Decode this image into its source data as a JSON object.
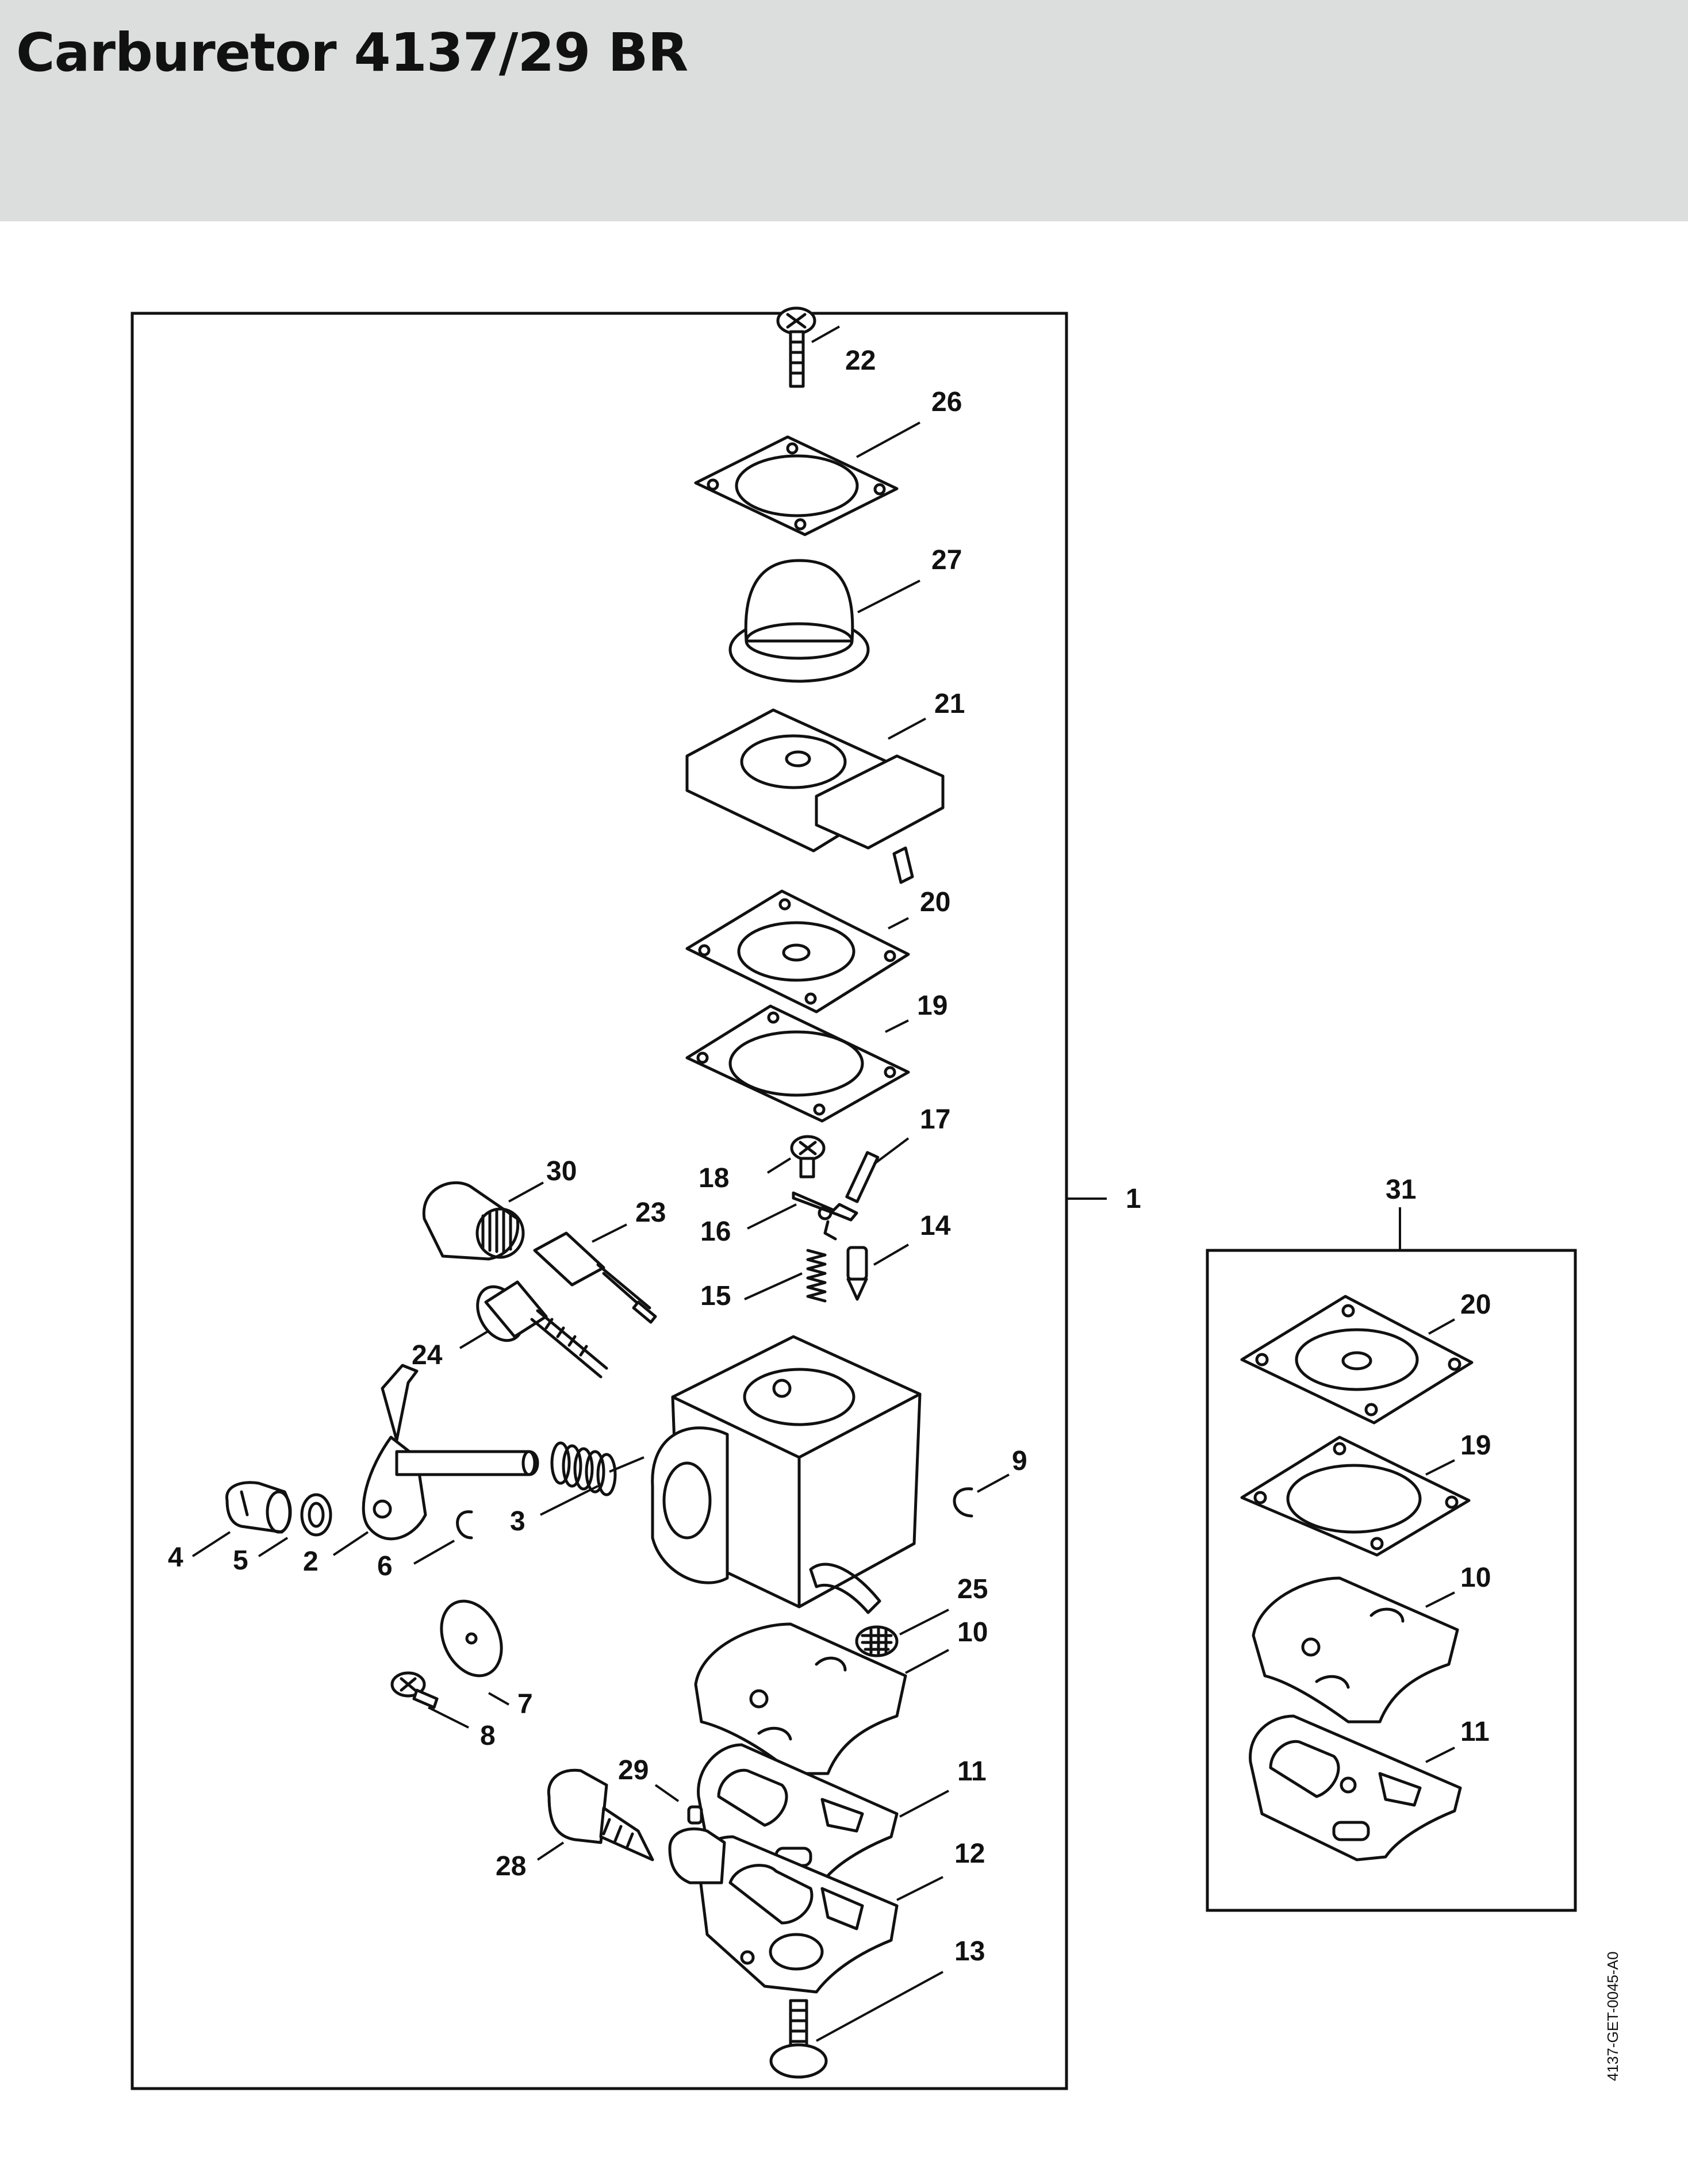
{
  "header": {
    "title": "Carburetor 4137/29 BR"
  },
  "doc_code": "4137-GET-0045-A0",
  "assembly_label": "1",
  "kit_label": "31",
  "part_labels": [
    {
      "id": "22",
      "text": "22"
    },
    {
      "id": "26",
      "text": "26"
    },
    {
      "id": "27",
      "text": "27"
    },
    {
      "id": "21",
      "text": "21"
    },
    {
      "id": "20",
      "text": "20"
    },
    {
      "id": "19",
      "text": "19"
    },
    {
      "id": "17",
      "text": "17"
    },
    {
      "id": "18",
      "text": "18"
    },
    {
      "id": "16",
      "text": "16"
    },
    {
      "id": "14",
      "text": "14"
    },
    {
      "id": "15",
      "text": "15"
    },
    {
      "id": "30",
      "text": "30"
    },
    {
      "id": "23",
      "text": "23"
    },
    {
      "id": "24",
      "text": "24"
    },
    {
      "id": "9",
      "text": "9"
    },
    {
      "id": "3",
      "text": "3"
    },
    {
      "id": "4",
      "text": "4"
    },
    {
      "id": "5",
      "text": "5"
    },
    {
      "id": "2",
      "text": "2"
    },
    {
      "id": "6",
      "text": "6"
    },
    {
      "id": "25",
      "text": "25"
    },
    {
      "id": "10",
      "text": "10"
    },
    {
      "id": "7",
      "text": "7"
    },
    {
      "id": "8",
      "text": "8"
    },
    {
      "id": "11",
      "text": "11"
    },
    {
      "id": "29",
      "text": "29"
    },
    {
      "id": "28",
      "text": "28"
    },
    {
      "id": "12",
      "text": "12"
    },
    {
      "id": "13",
      "text": "13"
    }
  ],
  "kit_part_labels": [
    {
      "id": "20",
      "text": "20"
    },
    {
      "id": "19",
      "text": "19"
    },
    {
      "id": "10",
      "text": "10"
    },
    {
      "id": "11",
      "text": "11"
    }
  ]
}
